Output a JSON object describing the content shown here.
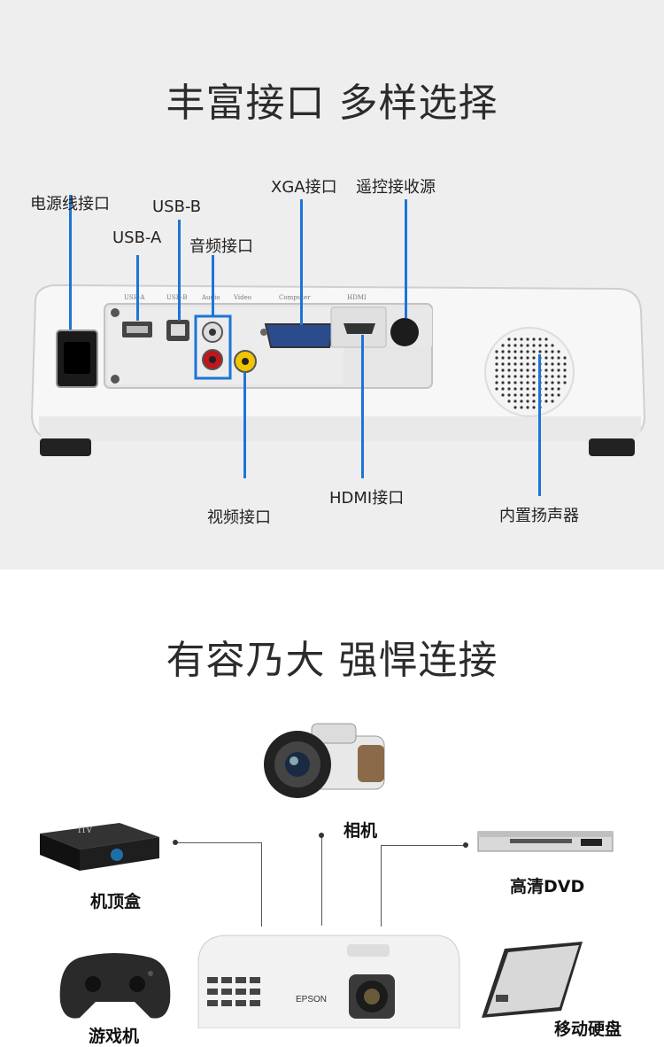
{
  "section1": {
    "title": "丰富接口 多样选择",
    "labels": {
      "power": "电源线接口",
      "usb_b": "USB-B",
      "usb_a": "USB-A",
      "audio": "音频接口",
      "xga": "XGA接口",
      "remote": "遥控接收源",
      "video": "视频接口",
      "hdmi": "HDMI接口",
      "speaker": "内置扬声器"
    },
    "panel_labels": {
      "usb_a": "USB-A",
      "usb_b": "USB-B",
      "audio": "Audio",
      "video": "Video",
      "computer": "Computer",
      "hdmi": "HDMI"
    },
    "accent_color": "#1b75d8"
  },
  "section2": {
    "title": "有容乃大 强悍连接",
    "devices": {
      "camera": "相机",
      "settop": "机顶盒",
      "dvd": "高清DVD",
      "gamepad": "游戏机",
      "hdd": "移动硬盘"
    },
    "projector_brand": "EPSON",
    "settop_brand": "ITV"
  }
}
